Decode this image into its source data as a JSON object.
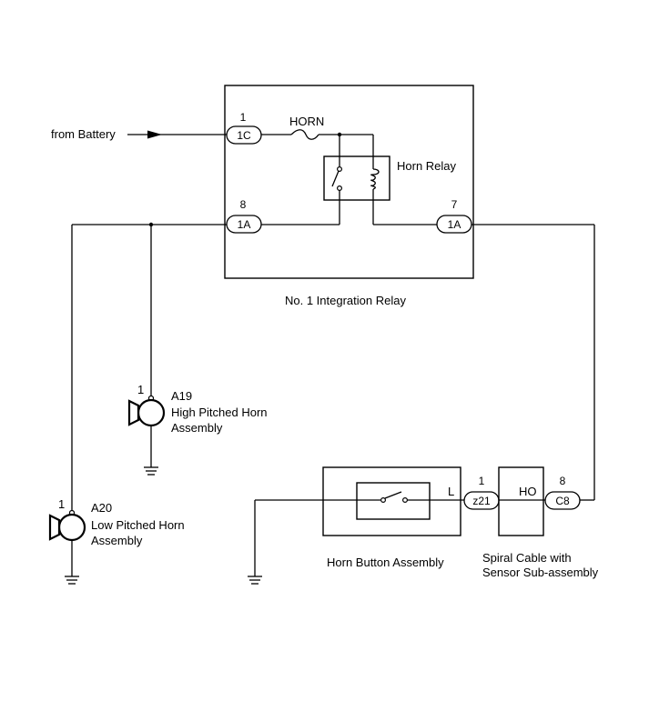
{
  "battery": {
    "label": "from Battery"
  },
  "integration_relay": {
    "name": "No. 1 Integration Relay",
    "fuse_label": "HORN",
    "horn_relay_label": "Horn Relay",
    "pins": [
      {
        "num": "1",
        "code": "1C"
      },
      {
        "num": "8",
        "code": "1A"
      },
      {
        "num": "7",
        "code": "1A"
      }
    ]
  },
  "high_horn": {
    "pin": "1",
    "code": "A19",
    "line1": "High Pitched Horn",
    "line2": "Assembly"
  },
  "low_horn": {
    "pin": "1",
    "code": "A20",
    "line1": "Low Pitched Horn",
    "line2": "Assembly"
  },
  "horn_button": {
    "name": "Horn Button Assembly",
    "terminal": "L"
  },
  "spiral_cable": {
    "line1": "Spiral Cable with",
    "line2": "Sensor Sub-assembly",
    "terminal": "HO",
    "pins": [
      {
        "num": "1",
        "code": "z21"
      },
      {
        "num": "8",
        "code": "C8"
      }
    ]
  }
}
